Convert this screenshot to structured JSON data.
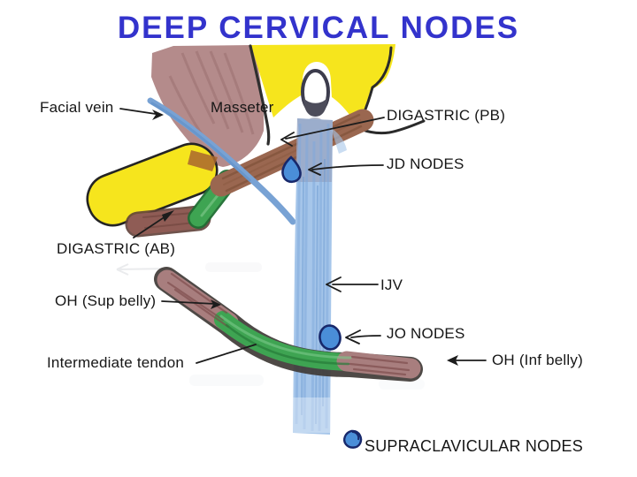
{
  "title": "DEEP CERVICAL NODES",
  "labels": {
    "facial_vein": "Facial vein",
    "masseter": "Masseter",
    "digastric_pb": "DIGASTRIC (PB)",
    "jd_nodes": "JD NODES",
    "digastric_ab": "DIGASTRIC (AB)",
    "oh_sup_belly": "OH (Sup belly)",
    "ijv": "IJV",
    "jo_nodes": "JO NODES",
    "intermediate_tendon": "Intermediate tendon",
    "oh_inf_belly": "OH (Inf belly)",
    "supraclavicular_nodes": "SUPRACLAVICULAR NODES"
  },
  "colors": {
    "title_blue": "#3333cc",
    "label_ink": "#161616",
    "gland_yellow": "#f6e51d",
    "masseter_rose": "#b48b8b",
    "digastric_brown": "#9a6750",
    "belly_maroon": "#8f5c55",
    "oh_brown": "#a87e7e",
    "tendon_green": "#3ea452",
    "ijv_blue": "#a6c6ea",
    "vein_blue": "#78a2d4",
    "node_fill": "#4a8ed8",
    "node_outline": "#17286b"
  }
}
